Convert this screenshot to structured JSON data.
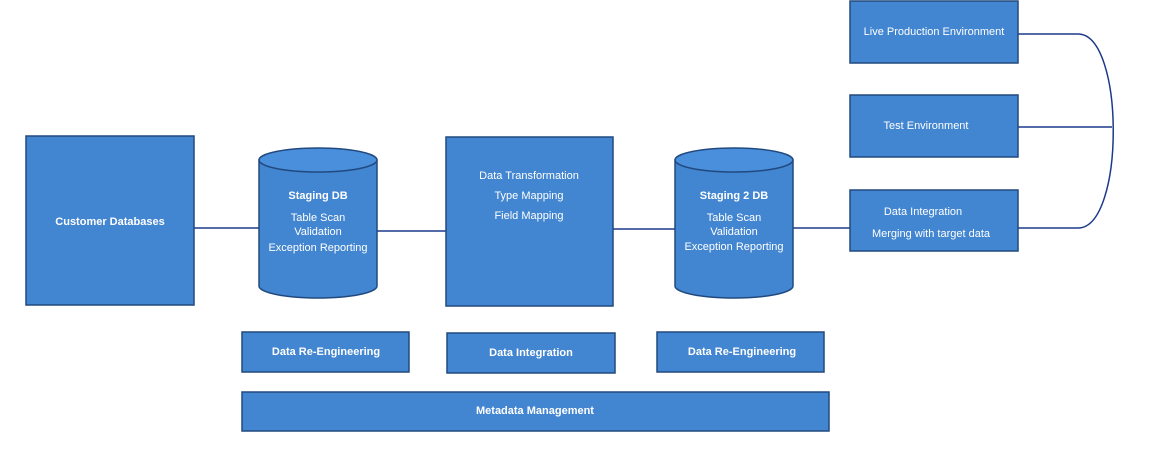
{
  "nodes": {
    "customer_databases": {
      "label": "Customer Databases"
    },
    "staging_db": {
      "title": "Staging DB",
      "line1": "Table Scan",
      "line2": "Validation",
      "line3": "Exception Reporting"
    },
    "transformation": {
      "line1": "Data Transformation",
      "line2": "Type Mapping",
      "line3": "Field Mapping"
    },
    "staging_2_db": {
      "title": "Staging 2 DB",
      "line1": "Table Scan",
      "line2": "Validation",
      "line3": "Exception Reporting"
    },
    "live_production": {
      "label": "Live Production Environment"
    },
    "test_environment": {
      "label": "Test Environment"
    },
    "data_integration_target": {
      "line1": "Data Integration",
      "line2": "Merging with target data"
    }
  },
  "phases": {
    "re_engineering_1": "Data Re-Engineering",
    "integration": "Data Integration",
    "re_engineering_2": "Data Re-Engineering",
    "metadata": "Metadata Management"
  },
  "colors": {
    "box_fill": "#4285d0",
    "box_border": "#21497f",
    "connector": "#1d3a8a",
    "text": "#ffffff"
  }
}
